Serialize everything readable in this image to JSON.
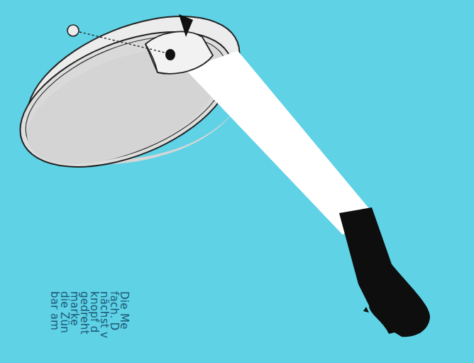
{
  "diagram": {
    "labels": [
      "Die Me",
      "fach. D",
      "nächst v",
      "knopf d",
      "gedreht",
      "marke",
      "die Zün",
      "bar am"
    ]
  }
}
